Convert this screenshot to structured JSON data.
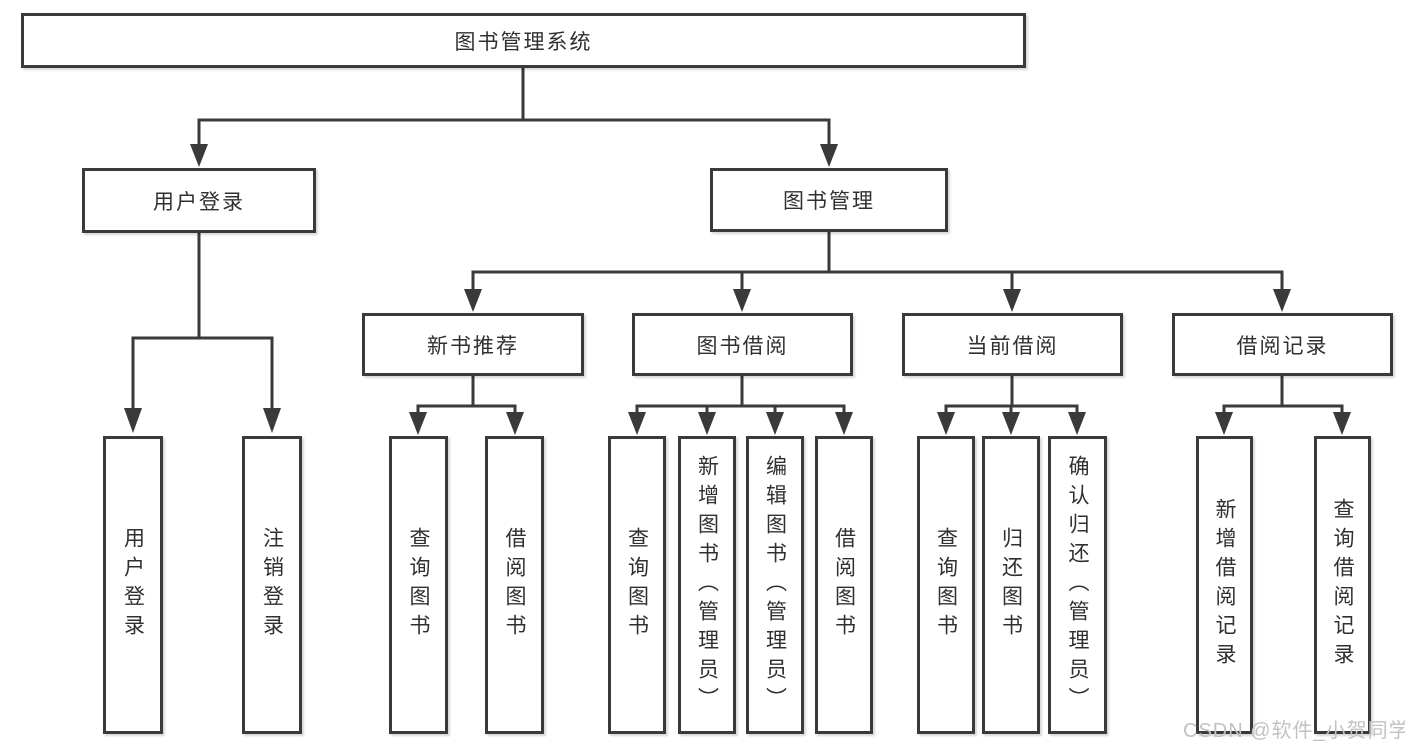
{
  "tree": {
    "label": "图书管理系统",
    "children": [
      {
        "label": "用户登录",
        "children": [
          {
            "label": "用户登录"
          },
          {
            "label": "注销登录"
          }
        ]
      },
      {
        "label": "图书管理",
        "children": [
          {
            "label": "新书推荐",
            "children": [
              {
                "label": "查询图书"
              },
              {
                "label": "借阅图书"
              }
            ]
          },
          {
            "label": "图书借阅",
            "children": [
              {
                "label": "查询图书"
              },
              {
                "label": "新增图书（管理员）"
              },
              {
                "label": "编辑图书（管理员）"
              },
              {
                "label": "借阅图书"
              }
            ]
          },
          {
            "label": "当前借阅",
            "children": [
              {
                "label": "查询图书"
              },
              {
                "label": "归还图书"
              },
              {
                "label": "确认归还（管理员）"
              }
            ]
          },
          {
            "label": "借阅记录",
            "children": [
              {
                "label": "新增借阅记录"
              },
              {
                "label": "查询借阅记录"
              }
            ]
          }
        ]
      }
    ]
  },
  "watermark": "CSDN @软件_小贺同学",
  "colors": {
    "line": "#3a3a3a",
    "border": "#3a3a3a",
    "text": "#303030",
    "watermark": "#c2c2c2",
    "bg": "#ffffff"
  }
}
